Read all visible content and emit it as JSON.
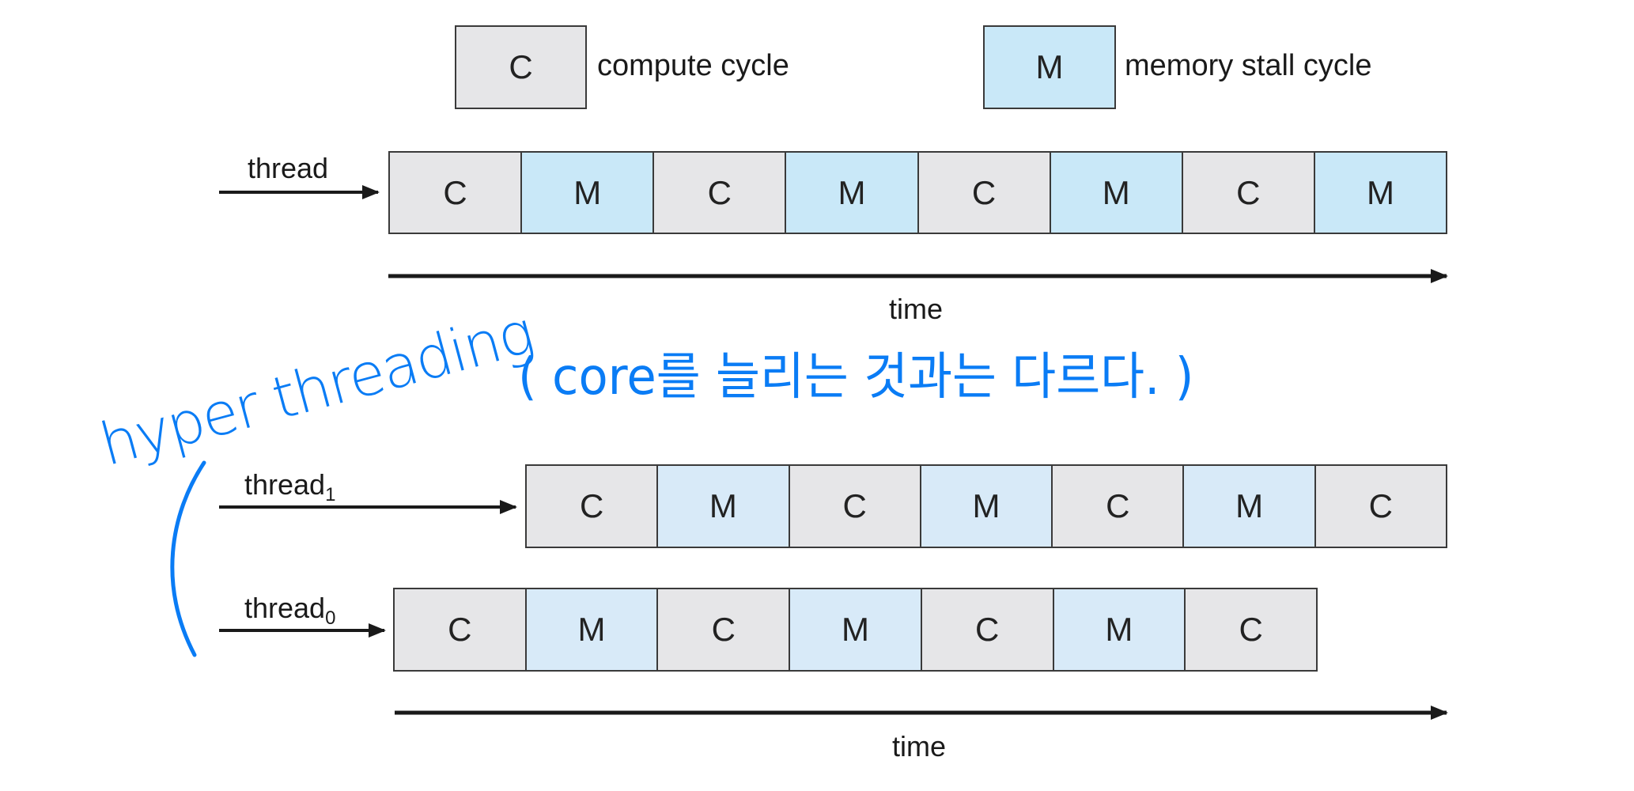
{
  "legend": [
    {
      "type": "C",
      "symbol": "C",
      "label": "compute cycle",
      "color": "#e6e6e8"
    },
    {
      "type": "M",
      "symbol": "M",
      "label": "memory stall cycle",
      "color": "#c9e8f8"
    }
  ],
  "single_thread": {
    "label": "thread",
    "cycles": [
      "C",
      "M",
      "C",
      "M",
      "C",
      "M",
      "C",
      "M"
    ],
    "time_label": "time"
  },
  "hyper_threads": {
    "thread1": {
      "label": "thread",
      "subscript": "1",
      "cycles": [
        "C",
        "M",
        "C",
        "M",
        "C",
        "M",
        "C"
      ]
    },
    "thread0": {
      "label": "thread",
      "subscript": "0",
      "cycles": [
        "C",
        "M",
        "C",
        "M",
        "C",
        "M",
        "C"
      ]
    },
    "time_label": "time"
  },
  "annotation": {
    "title": "hyper threading",
    "note": "( core를 늘리는 것과는 다르다. )",
    "ink_color": "#0a7cf5"
  }
}
